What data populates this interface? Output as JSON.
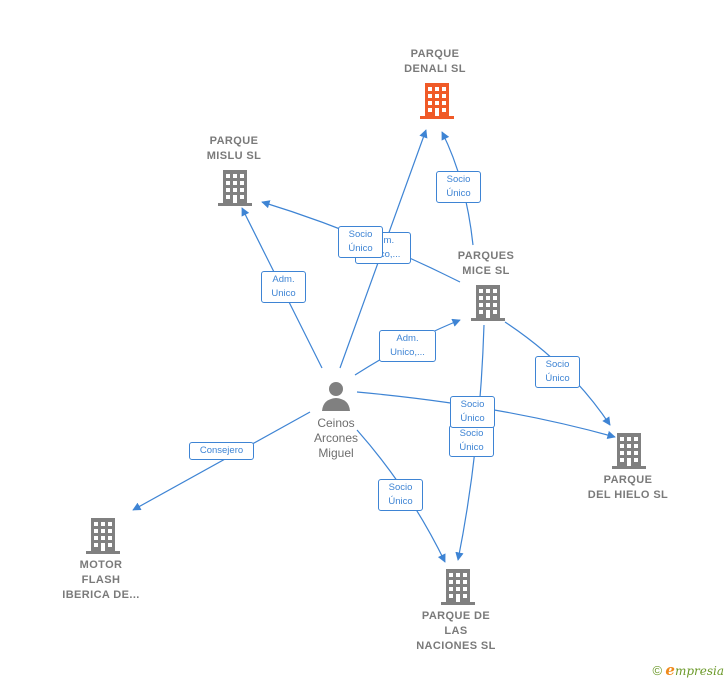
{
  "nodes": {
    "denali": {
      "lines": [
        "PARQUE",
        "DENALI  SL"
      ]
    },
    "mislu": {
      "lines": [
        "PARQUE",
        "MISLU  SL"
      ]
    },
    "mice": {
      "lines": [
        "PARQUES",
        "MICE  SL"
      ]
    },
    "hielo": {
      "lines": [
        "PARQUE",
        "DEL HIELO  SL"
      ]
    },
    "naciones": {
      "lines": [
        "PARQUE DE",
        "LAS",
        "NACIONES  SL"
      ]
    },
    "motor": {
      "lines": [
        "MOTOR",
        "FLASH",
        "IBERICA DE..."
      ]
    },
    "person": {
      "lines": [
        "Ceinos",
        "Arcones",
        "Miguel"
      ]
    }
  },
  "edge_labels": {
    "mice_denali": [
      "Socio",
      "Único"
    ],
    "mice_mislu_back": [
      "Adm.",
      "Unico,..."
    ],
    "mice_mislu": [
      "Socio",
      "Único"
    ],
    "person_mislu": [
      "Adm.",
      "Unico"
    ],
    "person_mice": [
      "Adm.",
      "Unico,..."
    ],
    "mice_hielo": [
      "Socio",
      "Único"
    ],
    "person_hielo": [
      "Socio",
      "Único"
    ],
    "mice_naciones": [
      "Socio",
      "Único"
    ],
    "person_naciones": [
      "Socio",
      "Único"
    ],
    "person_motor": [
      "Consejero"
    ]
  },
  "footer": {
    "copyright": "©",
    "brand_initial": "e",
    "brand_rest": "mpresia"
  },
  "colors": {
    "edge": "#3e84d4",
    "building": "#808080",
    "highlight": "#f05a28",
    "person": "#808080"
  }
}
